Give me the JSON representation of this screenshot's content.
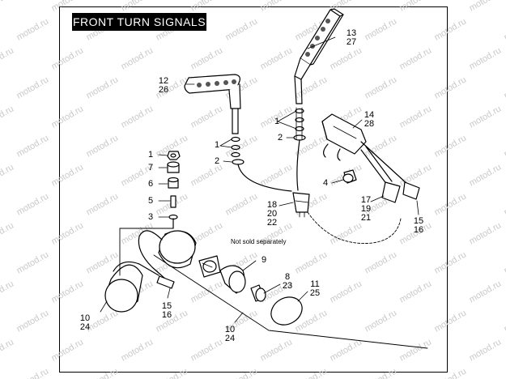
{
  "title": "FRONT TURN SIGNALS",
  "watermark": "motod.ru",
  "note": "Not sold separately",
  "callouts": [
    {
      "lines": [
        "13",
        "27"
      ]
    },
    {
      "lines": [
        "12",
        "26"
      ]
    },
    {
      "lines": [
        "14",
        "28"
      ]
    },
    {
      "lines": [
        "1"
      ]
    },
    {
      "lines": [
        "2"
      ]
    },
    {
      "lines": [
        "1"
      ]
    },
    {
      "lines": [
        "2"
      ]
    },
    {
      "lines": [
        "1"
      ]
    },
    {
      "lines": [
        "7"
      ]
    },
    {
      "lines": [
        "6"
      ]
    },
    {
      "lines": [
        "5"
      ]
    },
    {
      "lines": [
        "3"
      ]
    },
    {
      "lines": [
        "4"
      ]
    },
    {
      "lines": [
        "18",
        "20",
        "22"
      ]
    },
    {
      "lines": [
        "17",
        "19",
        "21"
      ]
    },
    {
      "lines": [
        "15",
        "16"
      ]
    },
    {
      "lines": [
        "9"
      ]
    },
    {
      "lines": [
        "8",
        "23"
      ]
    },
    {
      "lines": [
        "11",
        "25"
      ]
    },
    {
      "lines": [
        "15",
        "16"
      ]
    },
    {
      "lines": [
        "10",
        "24"
      ]
    },
    {
      "lines": [
        "10",
        "24"
      ]
    }
  ]
}
